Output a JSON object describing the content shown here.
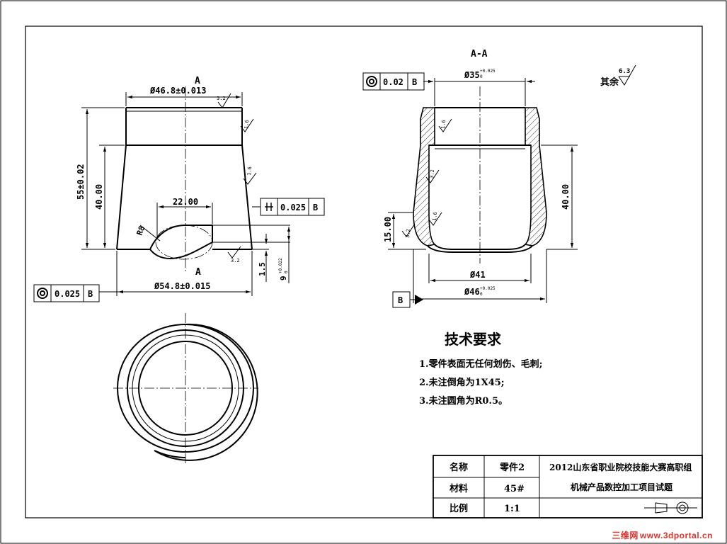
{
  "front_view": {
    "section_label_top": "A",
    "section_label_bottom": "A",
    "dim_top_diameter": "Ø46.8±0.013",
    "dim_bottom_diameter": "Ø54.8±0.015",
    "dim_height_total": "55±0.02",
    "dim_height_cone": "40.00",
    "dim_slot_width": "22.00",
    "dim_radius": "R8",
    "dim_depth_1": "1.5",
    "dim_depth_2": "9",
    "dim_depth_2_tol_upper": "+0.022",
    "dim_depth_2_tol_lower": "0",
    "roughness_top": "3.2",
    "roughness_side_1": "1.6",
    "roughness_side_2": "1.6",
    "roughness_slot": "3.2",
    "fcf_parallel": {
      "symbol": "⌯",
      "tolerance": "0.025",
      "datum": "B"
    },
    "fcf_concentric": {
      "symbol": "◎",
      "tolerance": "0.025",
      "datum": "B"
    }
  },
  "section_view": {
    "title": "A-A",
    "dim_bore_top": "Ø35",
    "dim_bore_top_tol_upper": "+0.025",
    "dim_bore_top_tol_lower": "0",
    "dim_inner_bottom": "Ø41",
    "dim_outer_bottom": "Ø46",
    "dim_outer_bottom_tol_upper": "+0.025",
    "dim_outer_bottom_tol_lower": "0",
    "dim_height": "40.00",
    "dim_height_left": "15.00",
    "roughness_1": "1.6",
    "roughness_2": "3.2",
    "roughness_3": "1.6",
    "roughness_4": "3.2",
    "fcf_concentric": {
      "symbol": "◎",
      "tolerance": "0.02",
      "datum": "B"
    },
    "datum_label": "B"
  },
  "other_roughness": {
    "label": "其余",
    "value": "6.3"
  },
  "tech_requirements": {
    "title": "技术要求",
    "items": [
      "1.零件表面无任何划伤、毛刺;",
      "2.未注倒角为1X45;",
      "3.未注圆角为R0.5。"
    ]
  },
  "title_block": {
    "name_label": "名称",
    "name_value": "零件2",
    "material_label": "材料",
    "material_value": "45#",
    "scale_label": "比例",
    "scale_value": "1:1",
    "project_line1": "2012山东省职业院校技能大赛高职组",
    "project_line2": "机械产品数控加工项目试题"
  },
  "watermark": {
    "brand": "三维网",
    "url": "www.3dportal.cn"
  }
}
